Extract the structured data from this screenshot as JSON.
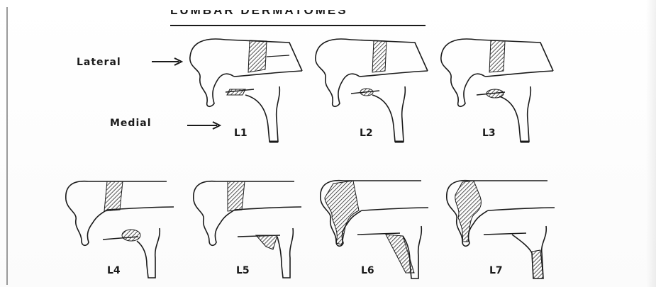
{
  "title": "LUMBAR    DERMATOMES",
  "row_labels": {
    "lateral": "Lateral",
    "medial": "Medial"
  },
  "panels": [
    {
      "id": "l1",
      "label": "L1"
    },
    {
      "id": "l2",
      "label": "L2"
    },
    {
      "id": "l3",
      "label": "L3"
    },
    {
      "id": "l4",
      "label": "L4"
    },
    {
      "id": "l5",
      "label": "L5"
    },
    {
      "id": "l6",
      "label": "L6"
    },
    {
      "id": "l7",
      "label": "L7"
    }
  ],
  "colors": {
    "ink": "#1a1a1a",
    "hatch": "#2a2a2a"
  }
}
